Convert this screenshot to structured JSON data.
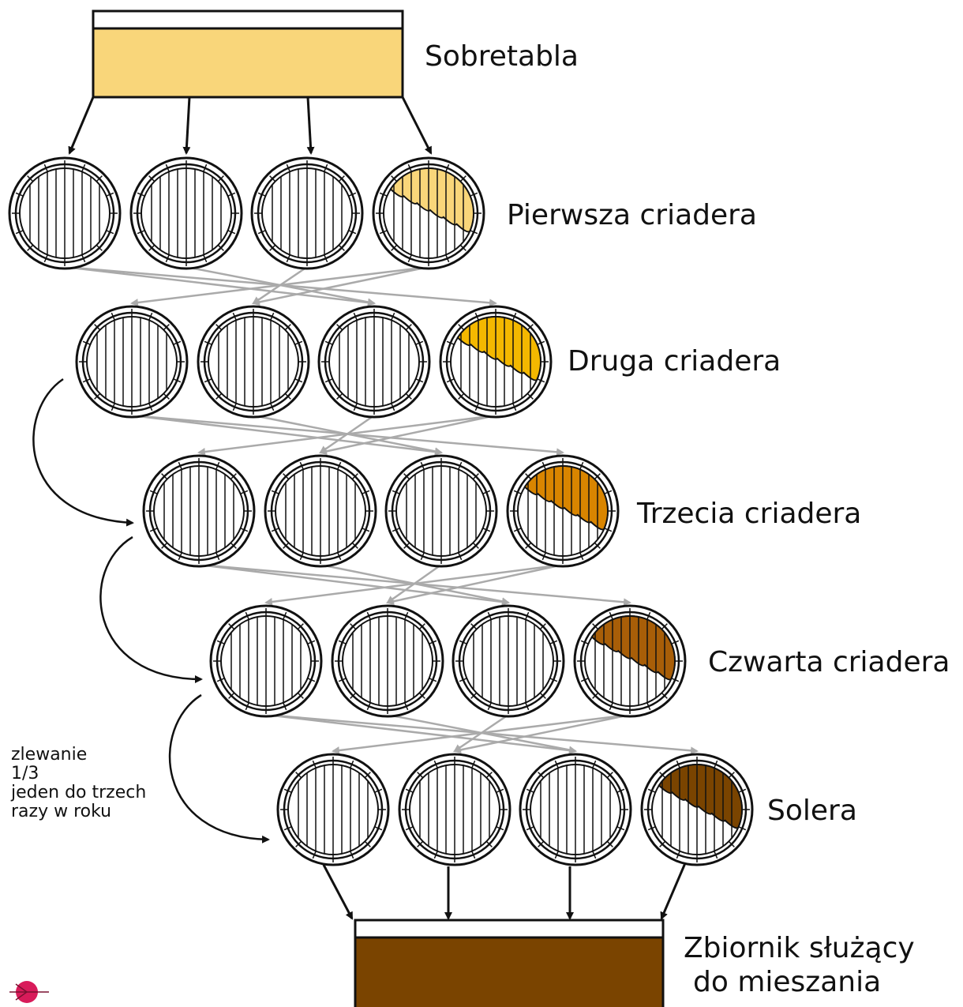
{
  "top_tank": {
    "label": "Sobretabla",
    "fill": "#f9d67a"
  },
  "bottom_tank": {
    "label_line1": "Zbiornik służący",
    "label_line2": "do mieszania",
    "fill": "#7a4400"
  },
  "rows": [
    {
      "label": "Pierwsza criadera",
      "fill": "#f9d67a"
    },
    {
      "label": "Druga criadera",
      "fill": "#f4b800"
    },
    {
      "label": "Trzecia criadera",
      "fill": "#d98500"
    },
    {
      "label": "Czwarta criadera",
      "fill": "#a85e08"
    },
    {
      "label": "Solera",
      "fill": "#7a4400"
    }
  ],
  "side_note": [
    "zlewanie",
    "1/3",
    "jeden do trzech",
    "razy w roku"
  ],
  "colors": {
    "stroke": "#111111",
    "transfer_arrow": "#aaaaaa",
    "logo": "#d81b5a"
  },
  "icons": {
    "logo": "pink-circle-logo-icon"
  }
}
